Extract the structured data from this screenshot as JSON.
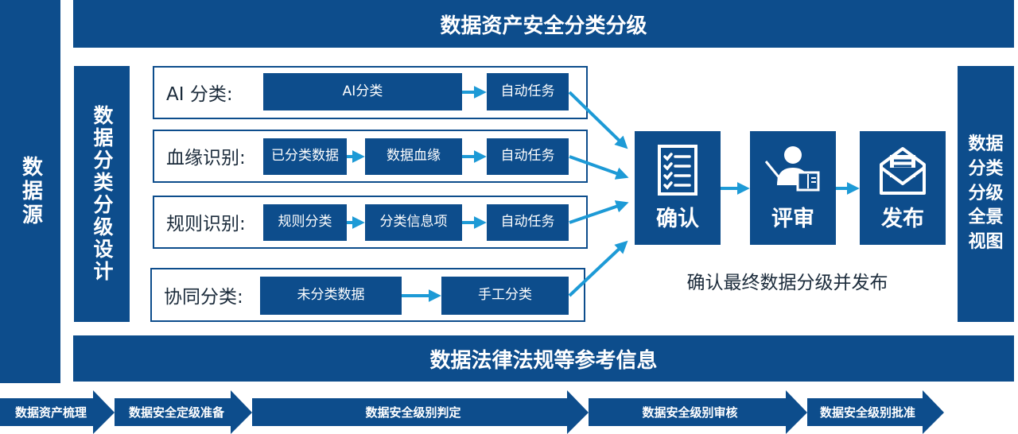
{
  "side_left": "数据源",
  "top_banner": "数据资产安全分类分级",
  "bottom_banner": "数据法律法规等参考信息",
  "design_column": "数据分类分级设计",
  "view_column": "数据分类分级全景视图",
  "rows": [
    {
      "label": "AI 分类:",
      "boxes": [
        "AI分类",
        "自动任务"
      ]
    },
    {
      "label": "血缘识别:",
      "boxes": [
        "已分类数据",
        "数据血缘",
        "自动任务"
      ]
    },
    {
      "label": "规则识别:",
      "boxes": [
        "规则分类",
        "分类信息项",
        "自动任务"
      ]
    },
    {
      "label": "协同分类:",
      "boxes": [
        "未分类数据",
        "手工分类"
      ]
    }
  ],
  "stages": [
    {
      "label": "确认",
      "icon": "checklist-icon"
    },
    {
      "label": "评审",
      "icon": "reviewer-icon"
    },
    {
      "label": "发布",
      "icon": "envelope-icon"
    }
  ],
  "caption": "确认最终数据分级并发布",
  "steps": [
    "数据资产梳理",
    "数据安全定级准备",
    "数据安全级别判定",
    "数据安全级别审核",
    "数据安全级别批准"
  ],
  "colors": {
    "navy": "#0d4d8c",
    "arrow": "#1d9ad6"
  }
}
